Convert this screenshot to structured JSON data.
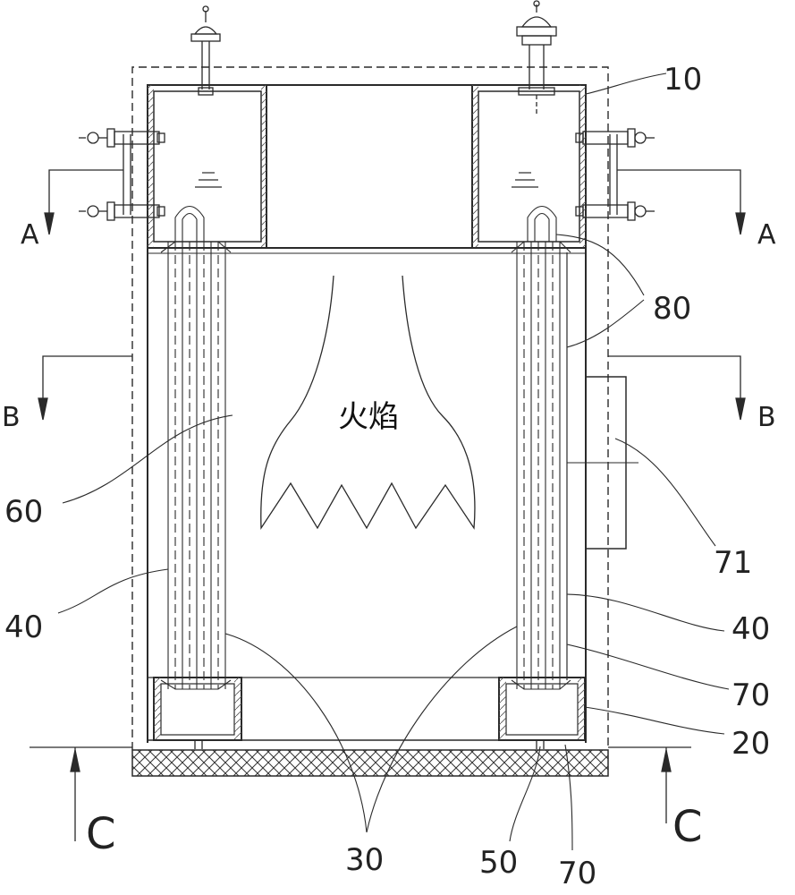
{
  "drawing": {
    "flame_label": "火焰",
    "part_labels": {
      "p10": "10",
      "p80": "80",
      "p60": "60",
      "p71": "71",
      "p40_left": "40",
      "p40_right": "40",
      "p70_side": "70",
      "p20": "20",
      "p30": "30",
      "p50": "50",
      "p70_bottom": "70"
    },
    "sections": {
      "a_left": "A",
      "a_right": "A",
      "b_left": "B",
      "b_right": "B",
      "c_left": "C",
      "c_right": "C"
    }
  },
  "colors": {
    "line": "#2a2a2a",
    "background": "#ffffff"
  }
}
